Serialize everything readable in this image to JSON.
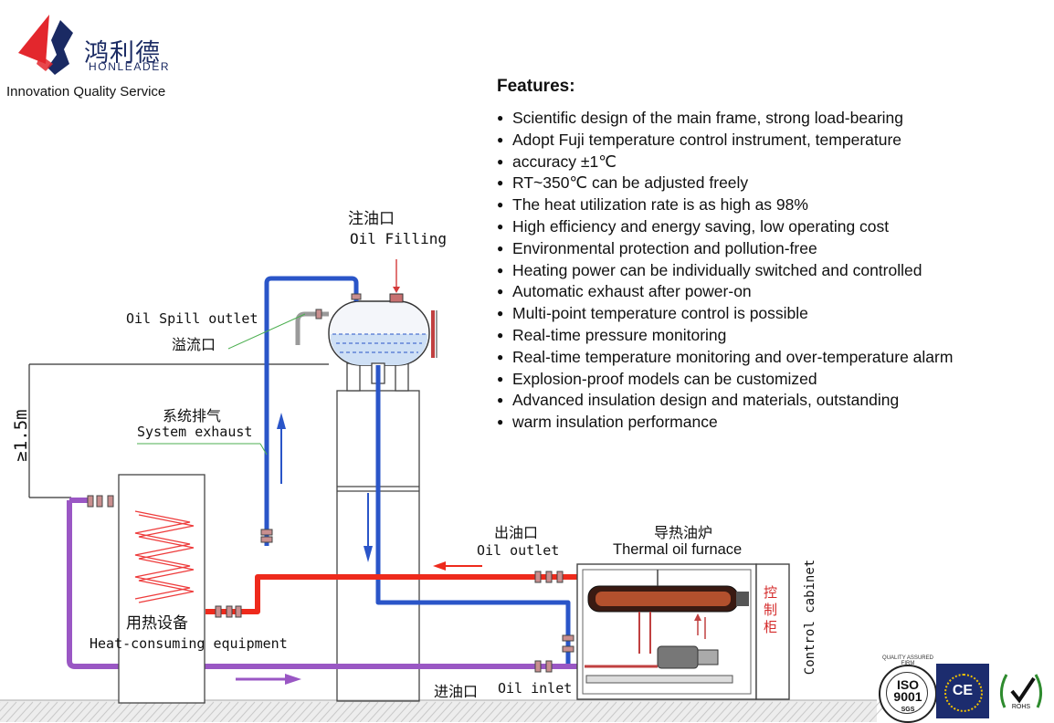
{
  "brand": {
    "name_cn": "鸿利德",
    "name_en": "HONLEADER",
    "slogan": "Innovation Quality Service",
    "colors": {
      "red": "#e3272d",
      "navy": "#1a2a63"
    }
  },
  "features": {
    "title": "Features:",
    "items": [
      "Scientific design of the main frame, strong load-bearing",
      "Adopt Fuji temperature control instrument, temperature",
      "RT~350℃ can be adjusted freely",
      "The heat utilization rate is as high as 98%",
      "High efficiency and energy saving, low operating cost",
      "Environmental protection and pollution-free",
      "Heating power can be individually switched and controlled",
      "Automatic exhaust after power-on",
      "Multi-point temperature control is possible",
      "Real-time pressure monitoring",
      "Real-time temperature monitoring and over-temperature alarm",
      "Explosion-proof models can be customized",
      "Advanced insulation design and materials, outstanding"
    ],
    "continuations": {
      "item_1": "accuracy ±1℃",
      "item_12": "warm insulation performance"
    }
  },
  "diagram": {
    "oil_filling_cn": "注油口",
    "oil_filling_en": "Oil Filling",
    "spill_outlet_en": "Oil Spill outlet",
    "spill_outlet_cn": "溢流口",
    "height_label": "≥1.5m",
    "exhaust_cn": "系统排气",
    "exhaust_en": "System exhaust",
    "oil_outlet_cn": "出油口",
    "oil_outlet_en": "Oil outlet",
    "furnace_cn": "导热油炉",
    "furnace_en": "Thermal oil furnace",
    "control_cabinet_en": "Control cabinet",
    "control_cabinet_cn": "控制柜",
    "heat_equipment_cn": "用热设备",
    "heat_equipment_en": "Heat-consuming equipment",
    "oil_inlet_cn": "进油口",
    "oil_inlet_en": "Oil inlet",
    "pipe_colors": {
      "supply": "#ee2a1c",
      "return_blue": "#2a55c8",
      "return_purple": "#9a57c4"
    }
  },
  "certifications": {
    "iso_line1": "ISO",
    "iso_line2": "9001",
    "iso_ring": "QUALITY ASSURED FIRM",
    "iso_sgs": "SGS",
    "ce": "CE",
    "rohs": "ROHS"
  }
}
